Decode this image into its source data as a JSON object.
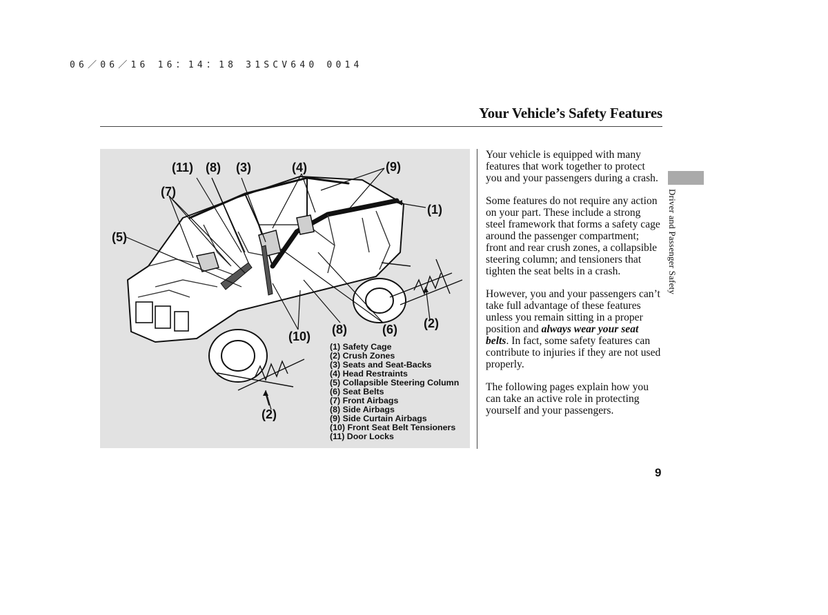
{
  "header": {
    "timestamp": "06／06／16 16：14：18 31SCV640 0014",
    "title": "Your Vehicle’s Safety Features"
  },
  "figure": {
    "callouts": {
      "c11": "(11)",
      "c8_top": "(8)",
      "c3": "(3)",
      "c4": "(4)",
      "c9": "(9)",
      "c7": "(7)",
      "c1": "(1)",
      "c5": "(5)",
      "c8_bottom": "(8)",
      "c6": "(6)",
      "c2_right": "(2)",
      "c10": "(10)",
      "c2_left": "(2)"
    },
    "legend": [
      "(1) Safety Cage",
      "(2) Crush Zones",
      "(3) Seats and Seat-Backs",
      "(4) Head Restraints",
      "(5) Collapsible Steering Column",
      "(6) Seat Belts",
      "(7) Front Airbags",
      "(8) Side Airbags",
      "(9) Side Curtain Airbags",
      "(10) Front Seat Belt Tensioners",
      "(11) Door Locks"
    ]
  },
  "body": {
    "p1": "Your vehicle is equipped with many features that work together to protect you and your passengers during a crash.",
    "p2": "Some features do not require any action on your part. These include a strong steel framework that forms a safety cage around the passenger compartment; front and rear crush zones, a collapsible steering column; and tensioners that tighten the seat belts in a crash.",
    "p3_before": "However, you and your passengers can’t take full advantage of these features unless you remain sitting in a proper position and ",
    "p3_emphasis": "always wear your seat belts",
    "p3_after": ". In fact, some safety features can contribute to injuries if they are not used properly.",
    "p4": "The following pages explain how you can take an active role in protecting yourself and your passengers."
  },
  "sidebar": {
    "section_label": "Driver and Passenger Safety"
  },
  "footer": {
    "page_number": "9"
  }
}
